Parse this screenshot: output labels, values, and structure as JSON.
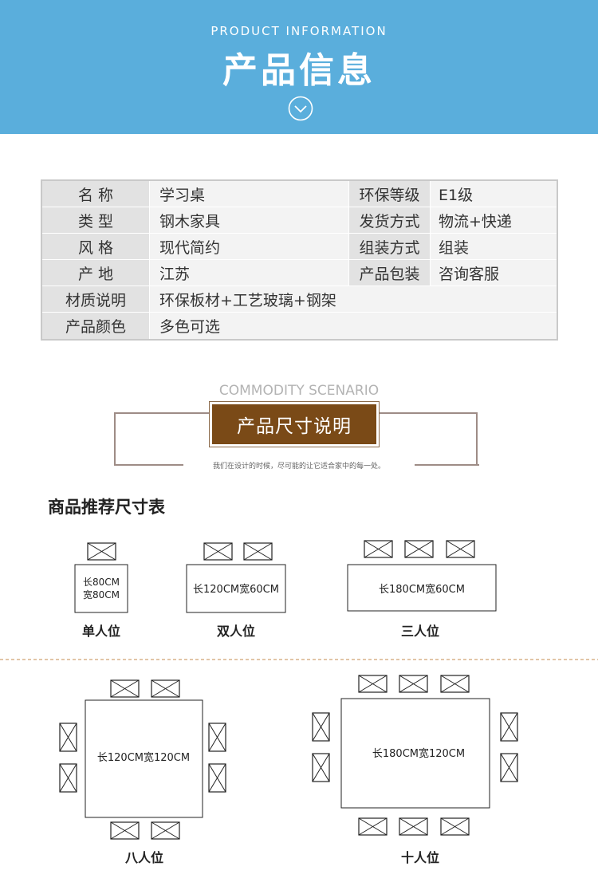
{
  "header": {
    "en_title": "PRODUCT INFORMATION",
    "cn_title": "产品信息",
    "bg_color": "#5aaedc",
    "icon": "chevron-down-circle-icon"
  },
  "info_table": {
    "rows": [
      {
        "label": "名  称",
        "value": "学习桌",
        "label2": "环保等级",
        "value2": "E1级"
      },
      {
        "label": "类  型",
        "value": "钢木家具",
        "label2": "发货方式",
        "value2": "物流+快递"
      },
      {
        "label": "风  格",
        "value": "现代简约",
        "label2": "组装方式",
        "value2": "组装"
      },
      {
        "label": "产  地",
        "value": "江苏",
        "label2": "产品包装",
        "value2": "咨询客服"
      }
    ],
    "wide_rows": [
      {
        "label": "材质说明",
        "value": "环保板材+工艺玻璃+钢架"
      },
      {
        "label": "产品颜色",
        "value": "多色可选"
      }
    ]
  },
  "scenario": {
    "en_title": "COMMODITY SCENARIO",
    "cn_title": "产品尺寸说明",
    "tagline": "我们在设计的时候，尽可能的让它适合家中的每一处。",
    "badge_color": "#7a4a17"
  },
  "size_table": {
    "title": "商品推荐尺寸表",
    "items": [
      {
        "size": "长80CM宽80CM",
        "size_line1": "长80CM",
        "size_line2": "宽80CM",
        "caption": "单人位"
      },
      {
        "size": "长120CM宽60CM",
        "caption": "双人位"
      },
      {
        "size": "长180CM宽60CM",
        "caption": "三人位"
      },
      {
        "size": "长120CM宽120CM",
        "caption": "八人位"
      },
      {
        "size": "长180CM宽120CM",
        "caption": "十人位"
      }
    ]
  }
}
